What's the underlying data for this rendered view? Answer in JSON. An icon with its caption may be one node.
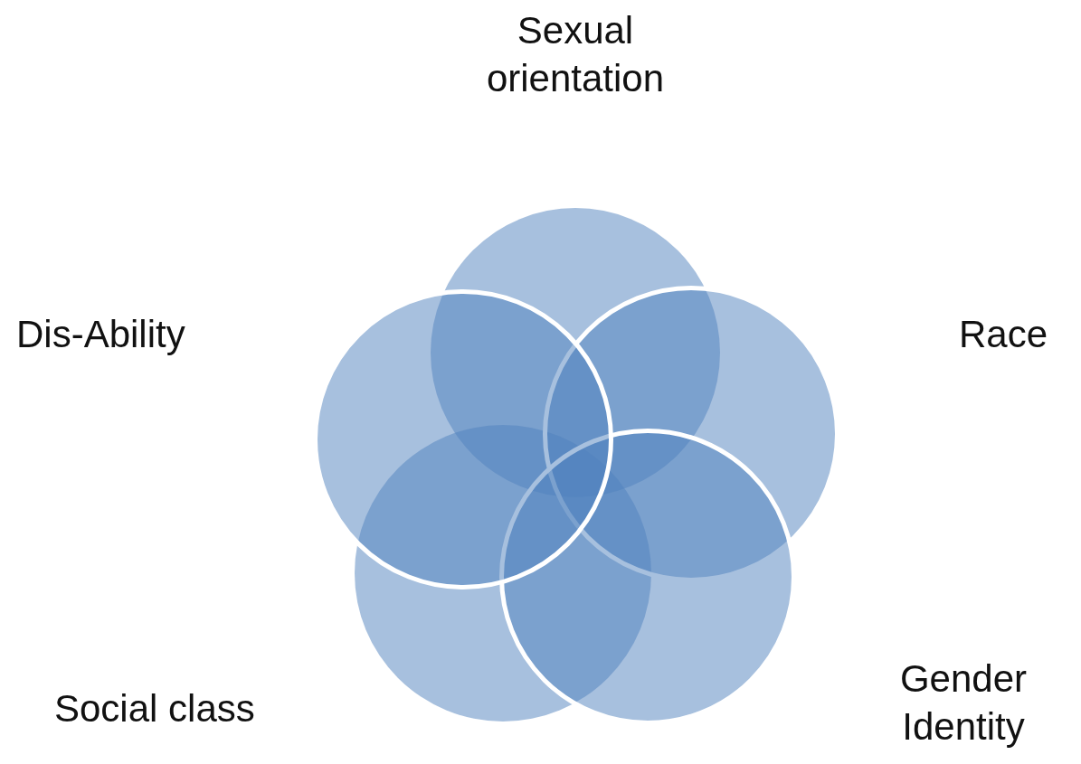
{
  "diagram": {
    "nodes": [
      {
        "text": [
          "Sexual orientation"
        ]
      },
      {
        "text": [
          "Dis-Ability"
        ]
      },
      {
        "text": [
          "Race"
        ]
      },
      {
        "text": [
          "Social class"
        ]
      },
      {
        "text": [
          "Gender Identity"
        ]
      }
    ]
  }
}
